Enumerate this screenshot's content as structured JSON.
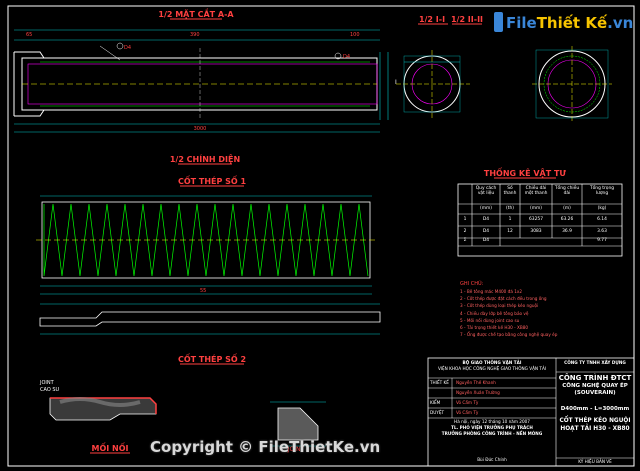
{
  "titles": {
    "section_aa": "1/2 MẶT CẮT A-A",
    "section_11": "1/2 I-I",
    "section_22": "1/2 II-II",
    "elevation": "1/2 CHÍNH DIỆN",
    "rebar1": "CỐT THÉP SỐ 1",
    "rebar2": "CỐT THÉP SỐ 2",
    "joint": "MỐI NỐI",
    "joint_label": "JOINT\nCAO SU",
    "table_title": "THỐNG KÊ VẬT TƯ",
    "notes_title": "GHI CHÚ:"
  },
  "table": {
    "headers": [
      "",
      "Quy cách vật liệu",
      "Số thanh",
      "Chiều dài một thanh",
      "Tổng chiều dài",
      "Tổng trọng lượng"
    ],
    "units": [
      "",
      "(mm)",
      "(th)",
      "(mm)",
      "(m)",
      "(kg)"
    ],
    "rows": [
      {
        "no": "1",
        "spec": "D4",
        "count": "1",
        "len": "63257",
        "total": "63.26",
        "weight": "6.14"
      },
      {
        "no": "2",
        "spec": "D4",
        "count": "12",
        "len": "3083",
        "total": "36.9",
        "weight": "3.63"
      }
    ],
    "sum_label": "Σ",
    "sum_spec": "D4",
    "sum_weight": "9.77"
  },
  "notes": [
    "1 - Bê tông mác M400 đá 1x2",
    "2 - Cốt thép được đặt cách đều trong ống",
    "3 - Cốt thép dùng loại thép kéo nguội",
    "4 - Chiều dày lớp bê tông bảo vệ",
    "5 - Mối nối dùng joint cao su",
    "6 - Tải trọng thiết kế H30 - XB80",
    "7 - Ống được chế tạo bằng công nghệ quay ép"
  ],
  "titleblock": {
    "ministry": "BỘ GIAO THÔNG VẬN TẢI",
    "institute": "VIỆN KHOA HỌC CÔNG NGHỆ GIAO THÔNG VẬN TẢI",
    "company": "CÔNG TY TNHH XÂY DỰNG",
    "roles": [
      {
        "role": "THIẾT KẾ",
        "name": "Nguyễn Thế Khanh"
      },
      {
        "role": "",
        "name": "Nguyễn Xuân Trường"
      },
      {
        "role": "KIỂM",
        "name": "Võ Cẩm Tỳ"
      },
      {
        "role": "DUYỆT",
        "name": "Võ Cẩm Tỳ"
      }
    ],
    "date_line": "Hà nội, ngày 12 tháng 10 năm 2007",
    "chief_line": "TL. PHÓ VIỆN TRƯỞNG PHỤ TRÁCH",
    "dept_line": "TRƯỞNG PHÒNG CÔNG TRÌNH - NỀN MÓNG",
    "project_title": "CÔNG TRÌNH ĐTCT",
    "project_sub": "CÔNG NGHỆ QUAY ÉP",
    "project_method": "(SOUVERAIN)",
    "pipe_spec": "D400mm - L=3000mm",
    "drawing_title": "CỐT THÉP KÉO NGUỘI",
    "load": "HOẠT TẢI H30 - XB80",
    "sign": "Bùi Đức Chính",
    "sheet": "KÝ HIỆU BẢN VẼ"
  },
  "dims": {
    "total_len": "3000",
    "d1": "65",
    "d2": "390",
    "d3": "100",
    "d4": "55"
  },
  "branding": {
    "logo_a": "File",
    "logo_b": "Thiết Kế",
    "logo_c": ".vn",
    "copyright": "Copyright © FileThietKe.vn"
  },
  "colors": {
    "background": "#000000",
    "outline": "#ffffff",
    "dim": "#00c8c8",
    "rebar": "#00ff00",
    "text": "#ff4040",
    "yellow": "#ffff00",
    "magenta": "#ff00ff"
  }
}
